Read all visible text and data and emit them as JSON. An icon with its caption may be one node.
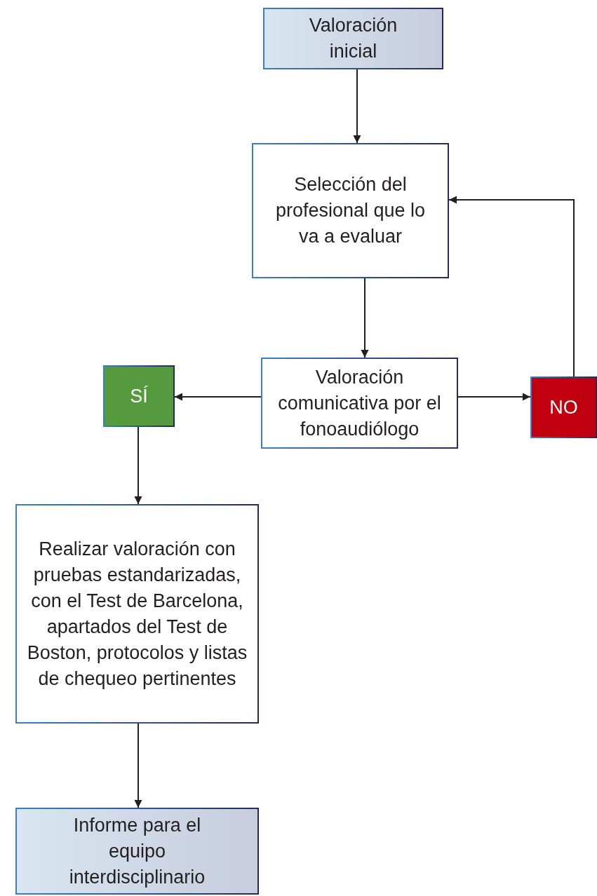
{
  "diagram": {
    "nodes": [
      {
        "text": [
          "Valoración inicial"
        ]
      },
      {
        "text": [
          "Selección del profesional que lo va a evaluar"
        ]
      },
      {
        "text": [
          "Valoración comunicativa por el fonoaudiólogo"
        ]
      },
      {
        "text": [
          "SÍ"
        ]
      },
      {
        "text": [
          "NO"
        ]
      },
      {
        "text": [
          "Realizar valoración con pruebas estandarizadas, con el Test de Barcelona, apartados del Test de Boston, protocolos y listas de chequeo pertinentes"
        ]
      },
      {
        "text": [
          "Informe para el equipo interdisciplinario"
        ]
      }
    ],
    "edges": [
      {
        "from": 0,
        "to": 1,
        "arrow": "to"
      },
      {
        "from": 1,
        "to": 2,
        "arrow": "to"
      },
      {
        "from": 2,
        "to": 3,
        "arrow": "to"
      },
      {
        "from": 2,
        "to": 4,
        "arrow": "to"
      },
      {
        "from": 4,
        "to": 1,
        "arrow": "to"
      },
      {
        "from": 3,
        "to": 5,
        "arrow": "to"
      },
      {
        "from": 5,
        "to": 6,
        "arrow": "to"
      }
    ]
  }
}
